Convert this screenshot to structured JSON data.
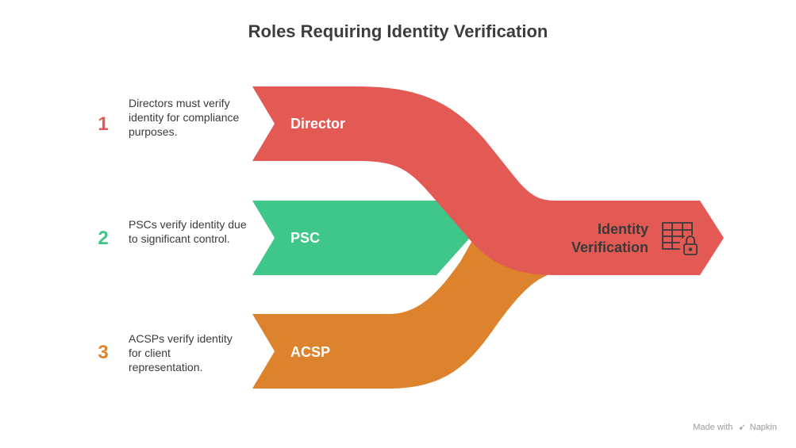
{
  "title": "Roles Requiring Identity Verification",
  "colors": {
    "director": "#e35a54",
    "psc": "#3ec788",
    "acsp": "#dd832d",
    "text_dark": "#3a3a3a"
  },
  "roles": [
    {
      "number": "1",
      "label": "Director",
      "description": "Directors must verify identity for compliance purposes."
    },
    {
      "number": "2",
      "label": "PSC",
      "description": "PSCs verify identity due to significant control."
    },
    {
      "number": "3",
      "label": "ACSP",
      "description": "ACSPs verify identity for client representation."
    }
  ],
  "target": {
    "line1": "Identity",
    "line2": "Verification",
    "icon": "table-lock-icon"
  },
  "footer": {
    "made_with": "Made with",
    "brand": "Napkin"
  }
}
